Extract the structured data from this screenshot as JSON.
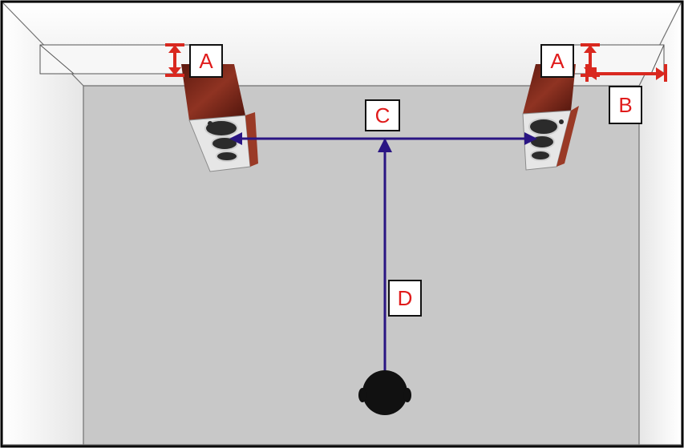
{
  "labels": {
    "a_left": "A",
    "a_right": "A",
    "b": "B",
    "c": "C",
    "d": "D"
  },
  "colors": {
    "measure_red": "#d9281f",
    "arrow_blue": "#2a1583",
    "label_text": "#e01b1b",
    "floor": "#c8c8c8",
    "wall": "#f2f2f2",
    "speaker_wood": "#7a2417",
    "listener": "#111111"
  },
  "icons": {
    "speakers": "speaker-icon",
    "listener": "listener-head-icon"
  }
}
